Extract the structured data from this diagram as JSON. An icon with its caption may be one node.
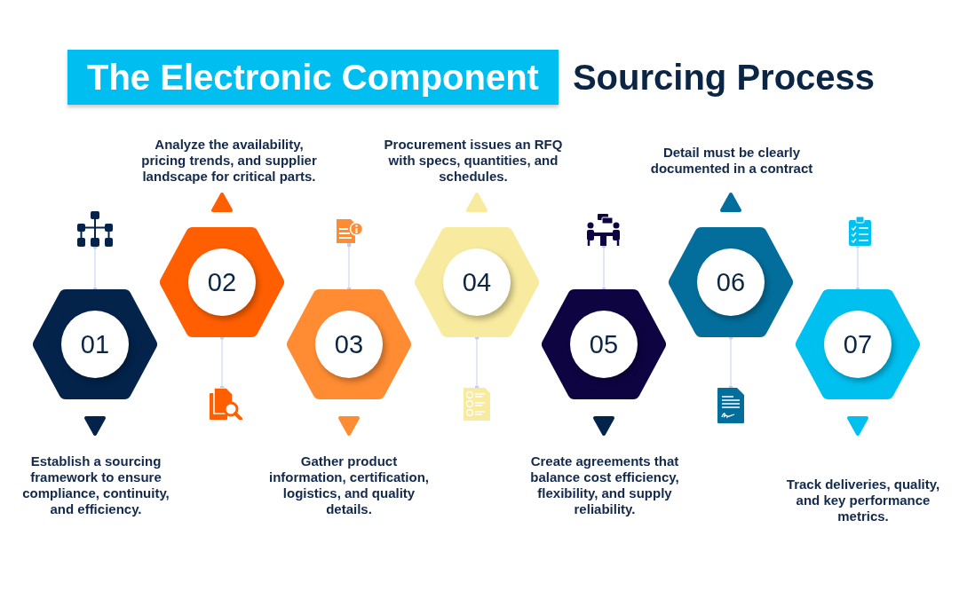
{
  "diagram": {
    "title": "The Electronic Component Sourcing Process",
    "nodes": [
      {
        "text": [
          "01"
        ]
      },
      {
        "text": [
          "02"
        ]
      },
      {
        "text": [
          "03"
        ]
      },
      {
        "text": [
          "04"
        ]
      },
      {
        "text": [
          "05"
        ]
      },
      {
        "text": [
          "06"
        ]
      },
      {
        "text": [
          "07"
        ]
      },
      {
        "text": [],
        "shape": "picture"
      },
      {
        "text": [],
        "shape": "picture"
      },
      {
        "text": [],
        "shape": "picture"
      },
      {
        "text": [],
        "shape": "picture"
      },
      {
        "text": [],
        "shape": "picture"
      },
      {
        "text": [],
        "shape": "picture"
      },
      {
        "text": [],
        "shape": "picture"
      }
    ],
    "edges": [
      {
        "from": 0,
        "to": 7,
        "arrow": "other"
      },
      {
        "from": 1,
        "to": 8,
        "arrow": "other"
      },
      {
        "from": 2,
        "to": 9,
        "arrow": "other"
      },
      {
        "from": 3,
        "to": 10,
        "arrow": "other"
      },
      {
        "from": 4,
        "to": 11,
        "arrow": "other"
      },
      {
        "from": 5,
        "to": 12,
        "arrow": "other"
      },
      {
        "from": 6,
        "to": 13,
        "arrow": "other"
      }
    ],
    "labels": [
      "Analyze the availability, pricing trends, and supplier landscape for critical parts.",
      "Procurement issues an RFQ with specs, quantities, and schedules.",
      "Detail must be clearly documented in a contract",
      "Establish a sourcing framework to ensure compliance, continuity, and efficiency.",
      "Gather product information, certification, logistics, and quality details.",
      "Create agreements that balance cost efficiency, flexibility, and supply reliability.",
      "Track deliveries, quality, and key performance metrics."
    ]
  }
}
